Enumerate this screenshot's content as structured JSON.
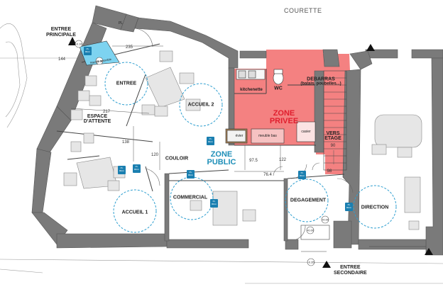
{
  "street_label": "COURETTE",
  "entrance_main": "ENTREE\nPRINCIPALE",
  "entrance_secondary": "ENTREE\nSECONDAIRE",
  "zone_public": "ZONE\nPUBLIC",
  "zone_private": "ZONE\nPRIVEE",
  "rooms": {
    "entree": "ENTREE",
    "accueil2": "ACCUEIL 2",
    "espace_attente": "ESPACE\nD'ATTENTE",
    "couloir": "COULOIR",
    "accueil1": "ACCUEIL 1",
    "commercial": "COMMERCIAL",
    "kitchenette": "kitchenette",
    "wc": "WC",
    "debarras": "DEBARRAS\n(balais, poubelles...)",
    "vers_etage": "VERS\nETAGE",
    "degagement": "DEGAGEMENT",
    "direction": "DIRECTION"
  },
  "dimensions": {
    "d144": "144",
    "d235": "235",
    "d217": "217",
    "d138": "138",
    "d120": "120",
    "d97_5": "97.5",
    "d76_4": "76.4",
    "d122": "122",
    "d90": "90",
    "d98": "98",
    "level_top": "-0.10",
    "level_entry": "+0.00",
    "level_right": "+0.00",
    "level_bottom": "-0.35",
    "level_dgt": "+0.00"
  },
  "fixtures": {
    "sink_label": "évier",
    "cabinet_label": "meuble bas",
    "storage_label": "casier",
    "ramp_note": "Rampe amovible",
    "pl_top": "PL"
  },
  "badge_text": "PL\n90cm",
  "colors": {
    "wall": "#6f6f6f",
    "private_zone": "#f26b6b",
    "public_text": "#1e8fb8",
    "private_text": "#e01e2e",
    "circle": "#2f9fd0",
    "ramp": "#7dd3f0"
  }
}
